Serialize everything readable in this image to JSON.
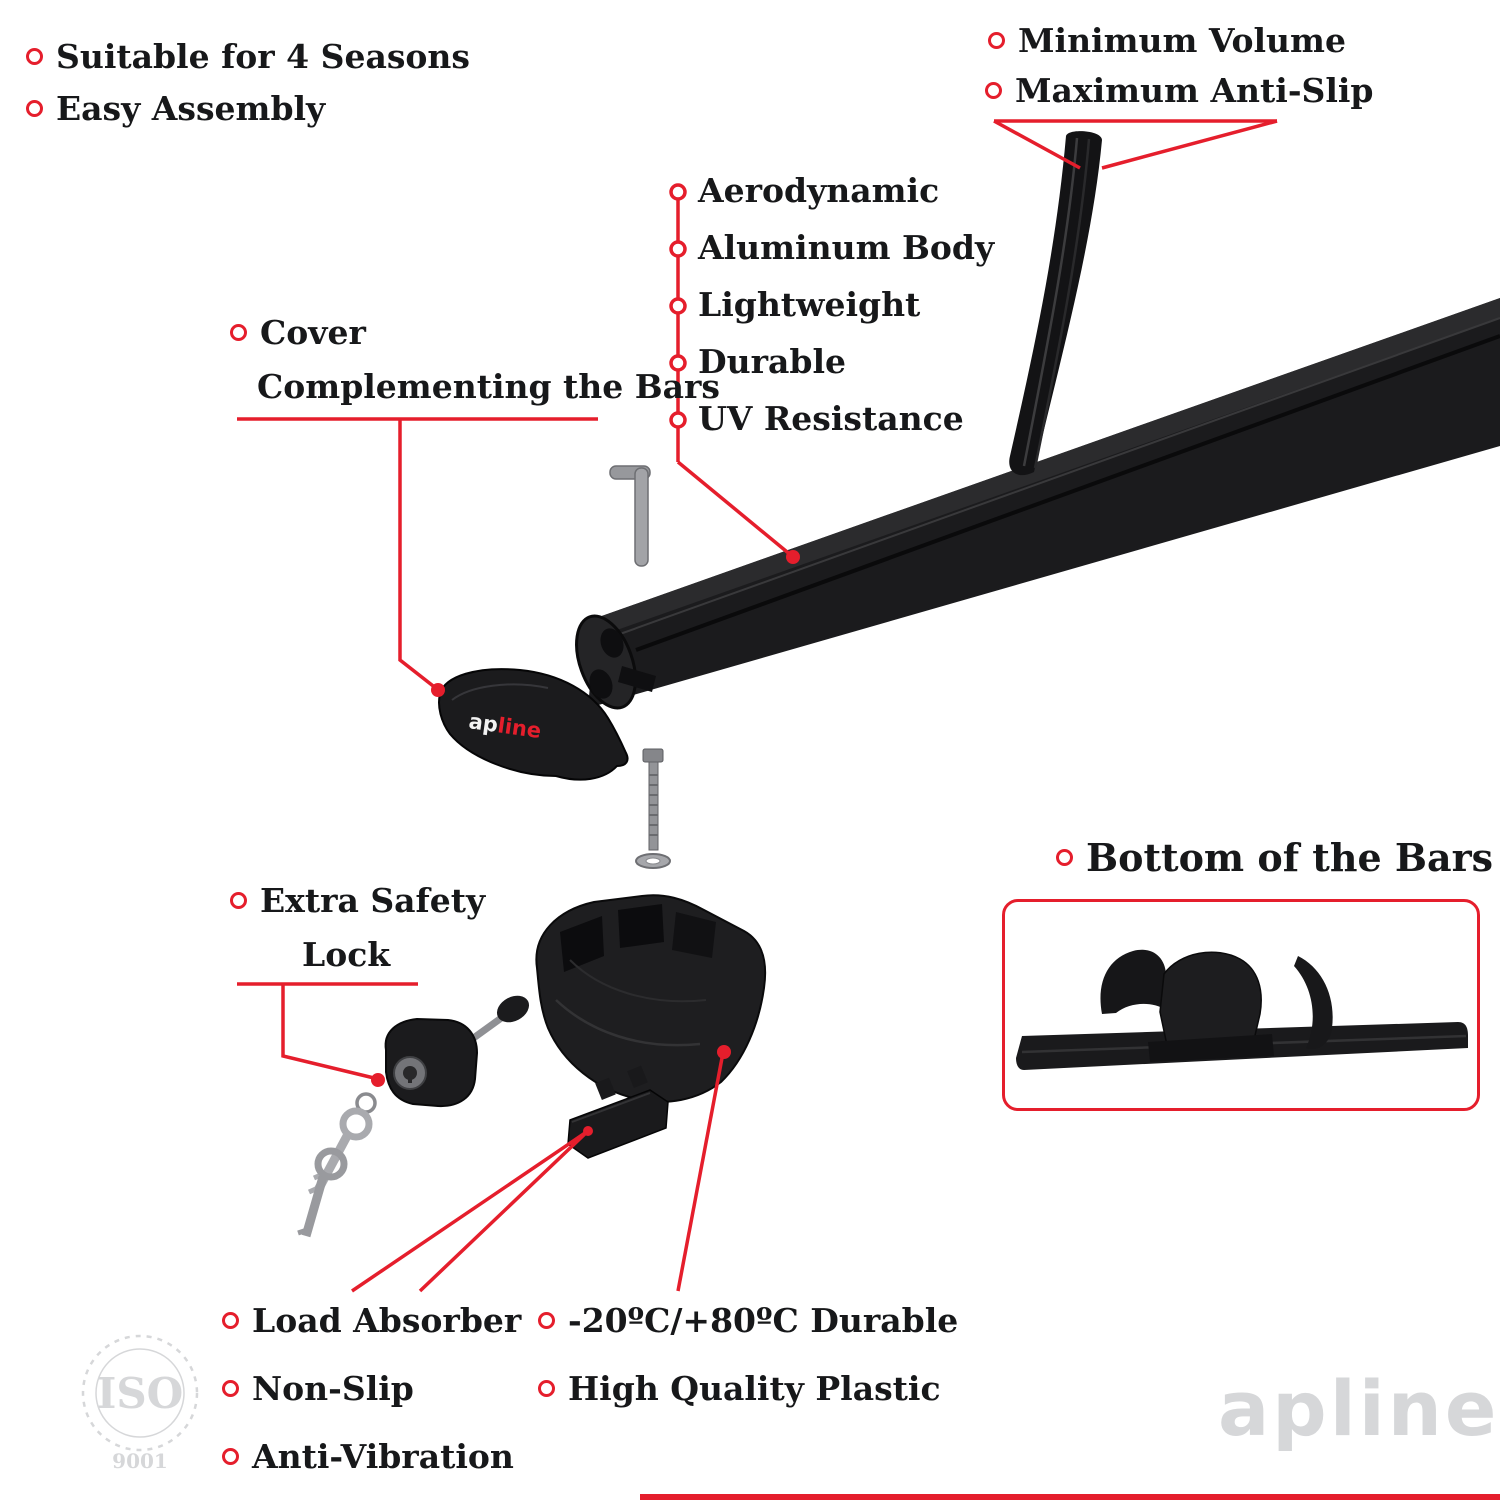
{
  "colors": {
    "accent": "#e51e2c",
    "ink": "#17181a",
    "product_black": "#1b1b1d",
    "watermark_gray": "#d6d7d9"
  },
  "annotations": {
    "top_left": [
      "Suitable for 4 Seasons",
      "Easy Assembly"
    ],
    "top_right": [
      "Minimum Volume",
      "Maximum Anti-Slip"
    ],
    "bar_features": [
      "Aerodynamic",
      "Aluminum Body",
      "Lightweight",
      "Durable",
      "UV Resistance"
    ],
    "cover": [
      "Cover",
      "Complementing the Bars"
    ],
    "lock": [
      "Extra Safety",
      "Lock"
    ],
    "bottom_of_bars": "Bottom of the Bars",
    "foot": [
      "Load Absorber",
      "Non-Slip",
      "Anti-Vibration"
    ],
    "materials": [
      "-20ºC/+80ºC Durable",
      "High Quality Plastic"
    ]
  },
  "branding": {
    "cover_logo": {
      "prefix": "ap",
      "suffix": "line"
    },
    "watermark": "apline",
    "iso": {
      "title": "ISO",
      "subtitle": "9001"
    }
  }
}
